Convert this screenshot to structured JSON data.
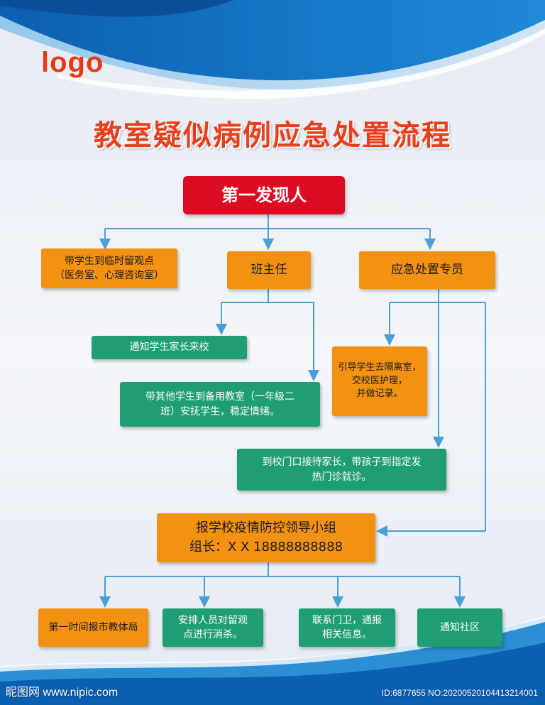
{
  "header": {
    "logo": "logo",
    "title": "教室疑似病例应急处置流程"
  },
  "nodes": {
    "first_finder": "第一发现人",
    "escort_student": "带学生到临时留观点\n（医务室、心理咨询室）",
    "head_teacher": "班主任",
    "emergency_officer": "应急处置专员",
    "notify_parents": "通知学生家长来校",
    "guide_isolation": "引导学生去隔离室，\n交校医护理，\n并做记录。",
    "other_students": "带其他学生到备用教室（一年级二\n班）安抚学生，稳定情绪。",
    "receive_parents": "到校门口接待家长，带孩子到指定发\n热门诊就诊。",
    "report_group_line1": "报学校疫情防控领导小组",
    "report_group_line2": "组长：X X 18888888888",
    "report_bureau": "第一时间报市教体局",
    "disinfect": "安排人员对留观\n点进行消杀。",
    "contact_guard": "联系门卫，通报\n相关信息。",
    "notify_community": "通知社区"
  },
  "watermark": {
    "left": "昵图网 www.nipic.com",
    "right": "ID:6877655 NO:20200520104413214001"
  },
  "colors": {
    "red": "#dd0a23",
    "orange": "#f39212",
    "green": "#1f9e74",
    "line": "#4a9fd6",
    "title": "#e8401c"
  }
}
